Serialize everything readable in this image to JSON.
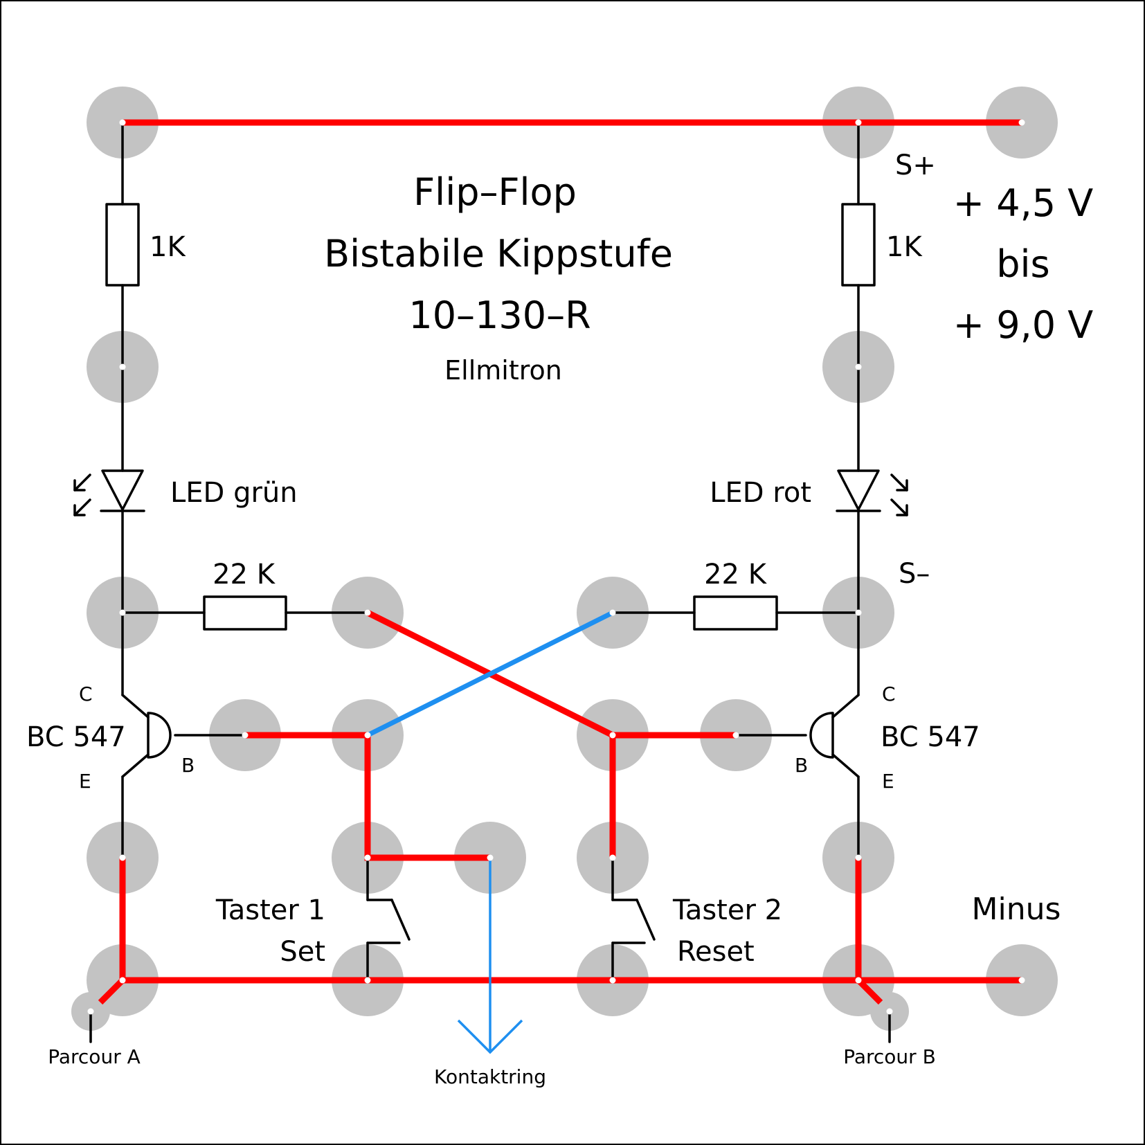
{
  "colors": {
    "pad": "#c3c3c3",
    "red_wire": "#ff0000",
    "blue_wire": "#1e8ff0",
    "black_wire": "#000000",
    "background": "#ffffff"
  },
  "title": {
    "line1": "Flip–Flop",
    "line2": "Bistabile Kippstufe",
    "line3": "10–130–R",
    "line4": "Ellmitron"
  },
  "supply": {
    "line1": "+ 4,5 V",
    "line2": "bis",
    "line3": "+ 9,0 V"
  },
  "labels": {
    "s_plus": "S+",
    "s_minus": "S–",
    "r_left_top": "1K",
    "r_right_top": "1K",
    "led_left": "LED grün",
    "led_right": "LED rot",
    "r_left_mid": "22 K",
    "r_right_mid": "22 K",
    "transistor_left": "BC 547",
    "transistor_right": "BC 547",
    "pin_c_left": "C",
    "pin_b_left": "B",
    "pin_e_left": "E",
    "pin_c_right": "C",
    "pin_b_right": "B",
    "pin_e_right": "E",
    "taster1_name": "Taster 1",
    "taster1_func": "Set",
    "taster2_name": "Taster 2",
    "taster2_func": "Reset",
    "minus": "Minus",
    "parcour_a": "Parcour A",
    "parcour_b": "Parcour B",
    "kontaktring": "Kontaktring"
  }
}
